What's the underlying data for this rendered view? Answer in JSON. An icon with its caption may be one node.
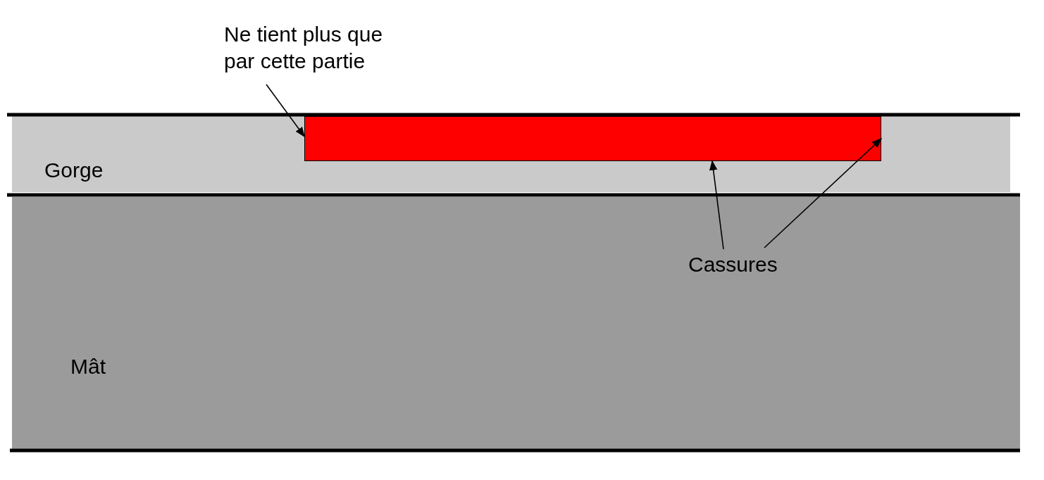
{
  "diagram": {
    "nodes": [
      {
        "text": [
          "Ne tient plus que par cette partie"
        ]
      },
      {
        "text": [
          "Gorge"
        ]
      },
      {
        "text": [],
        "shape": "bar",
        "in": 1
      },
      {
        "text": [
          "Mât"
        ]
      },
      {
        "text": [
          "Cassures"
        ],
        "in": 3
      }
    ],
    "edges": [
      {
        "from": 0,
        "to": 2,
        "arrow": "to"
      },
      {
        "from": 4,
        "to": 2,
        "arrow": "to"
      },
      {
        "from": 4,
        "to": 2,
        "arrow": "to"
      }
    ]
  }
}
